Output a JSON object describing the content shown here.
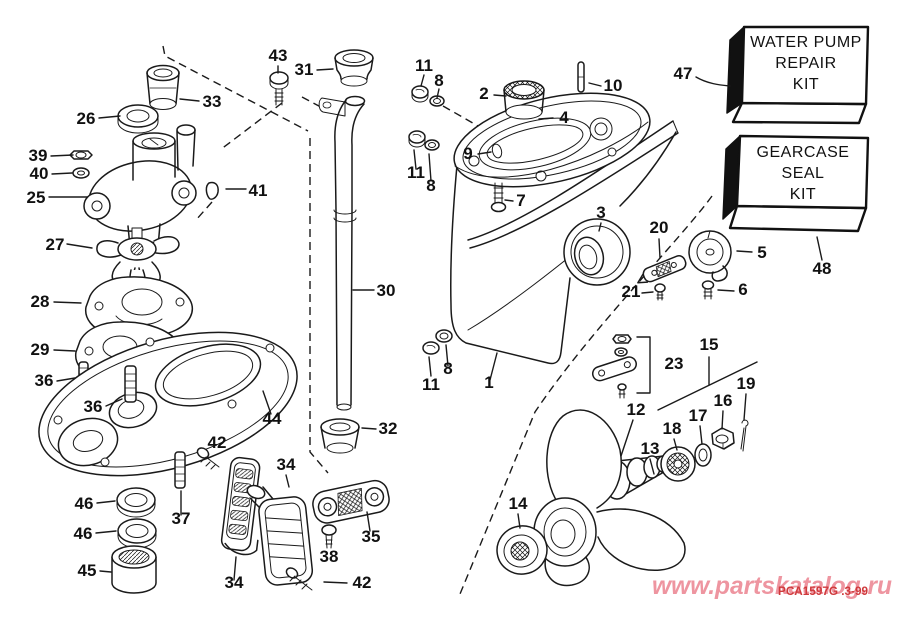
{
  "kits": {
    "water_pump": {
      "lines": [
        "WATER PUMP",
        "REPAIR",
        "KIT"
      ]
    },
    "gearcase_seal": {
      "lines": [
        "GEARCASE",
        "SEAL",
        "KIT"
      ]
    }
  },
  "callouts": [
    {
      "text": "43"
    },
    {
      "text": "31"
    },
    {
      "text": "33"
    },
    {
      "text": "26"
    },
    {
      "text": "39"
    },
    {
      "text": "40"
    },
    {
      "text": "25"
    },
    {
      "text": "41"
    },
    {
      "text": "27"
    },
    {
      "text": "28"
    },
    {
      "text": "29"
    },
    {
      "text": "36"
    },
    {
      "text": "36"
    },
    {
      "text": "44"
    },
    {
      "text": "42"
    },
    {
      "text": "46"
    },
    {
      "text": "46"
    },
    {
      "text": "45"
    },
    {
      "text": "37"
    },
    {
      "text": "34"
    },
    {
      "text": "34"
    },
    {
      "text": "38"
    },
    {
      "text": "42"
    },
    {
      "text": "35"
    },
    {
      "text": "32"
    },
    {
      "text": "30"
    },
    {
      "text": "11"
    },
    {
      "text": "8"
    },
    {
      "text": "2"
    },
    {
      "text": "10"
    },
    {
      "text": "4"
    },
    {
      "text": "9"
    },
    {
      "text": "11"
    },
    {
      "text": "8"
    },
    {
      "text": "7"
    },
    {
      "text": "3"
    },
    {
      "text": "1"
    },
    {
      "text": "8"
    },
    {
      "text": "11"
    },
    {
      "text": "20"
    },
    {
      "text": "21"
    },
    {
      "text": "5"
    },
    {
      "text": "6"
    },
    {
      "text": "47"
    },
    {
      "text": "48"
    },
    {
      "text": "23"
    },
    {
      "text": "15"
    },
    {
      "text": "19"
    },
    {
      "text": "16"
    },
    {
      "text": "17"
    },
    {
      "text": "12"
    },
    {
      "text": "18"
    },
    {
      "text": "13"
    },
    {
      "text": "14"
    }
  ],
  "watermark": {
    "text": "www.partskatalog.ru",
    "color": "#ee95a0"
  },
  "part_code": {
    "text": "PCA1597G .3-99",
    "color": "#cf3a3c"
  },
  "colors": {
    "background": "#ffffff",
    "line": "#1a1a1a"
  }
}
